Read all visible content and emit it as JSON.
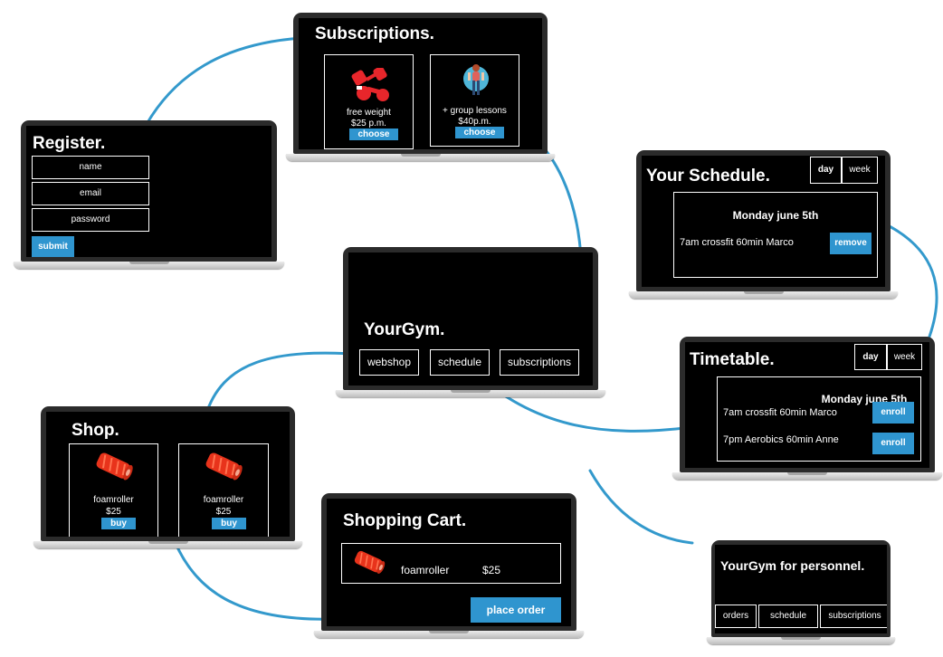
{
  "colors": {
    "accent": "#2f95cf",
    "screen": "#000000",
    "connector": "#3399cc"
  },
  "register": {
    "title": "Register.",
    "fields": [
      "name",
      "email",
      "password"
    ],
    "submit_label": "submit"
  },
  "subscriptions": {
    "title": "Subscriptions.",
    "plans": [
      {
        "name": "free weight",
        "price": "$25 p.m.",
        "button": "choose",
        "icon": "dumbbell-icon"
      },
      {
        "name": "+ group lessons",
        "price": "$40p.m.",
        "button": "choose",
        "icon": "fitness-woman-icon"
      }
    ]
  },
  "schedule": {
    "title": "Your Schedule.",
    "toggle": [
      "day",
      "week"
    ],
    "date": "Monday june 5th",
    "entry": "7am crossfit 60min Marco",
    "remove_label": "remove"
  },
  "home": {
    "title": "YourGym.",
    "nav": [
      "webshop",
      "schedule",
      "subscriptions"
    ]
  },
  "timetable": {
    "title": "Timetable.",
    "toggle": [
      "day",
      "week"
    ],
    "date": "Monday june 5th",
    "entries": [
      {
        "text": "7am crossfit 60min Marco",
        "button": "enroll"
      },
      {
        "text": "7pm Aerobics 60min Anne",
        "button": "enroll"
      }
    ]
  },
  "shop": {
    "title": "Shop.",
    "products": [
      {
        "name": "foamroller",
        "price": "$25",
        "button": "buy",
        "icon": "foam-roller-icon"
      },
      {
        "name": "foamroller",
        "price": "$25",
        "button": "buy",
        "icon": "foam-roller-icon"
      }
    ]
  },
  "cart": {
    "title": "Shopping Cart.",
    "item": {
      "name": "foamroller",
      "price": "$25",
      "icon": "foam-roller-icon"
    },
    "order_label": "place order"
  },
  "personnel": {
    "title": "YourGym for personnel.",
    "nav": [
      "orders",
      "schedule",
      "subscriptions"
    ]
  }
}
